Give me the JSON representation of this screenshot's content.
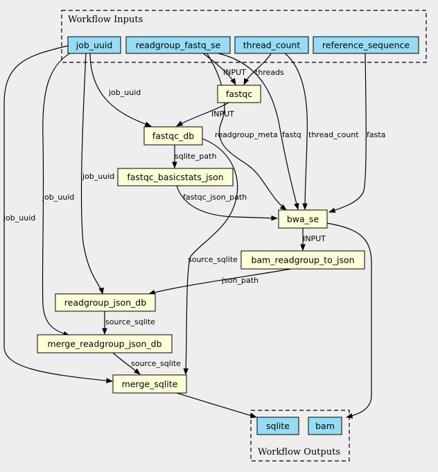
{
  "colors": {
    "background": "#eeeeee",
    "io_fill": "#94ddf4",
    "step_fill": "#ffffd8"
  },
  "clusters": {
    "inputs": "Workflow Inputs",
    "outputs": "Workflow Outputs"
  },
  "nodes": {
    "job_uuid": "job_uuid",
    "readgroup_fastq_se": "readgroup_fastq_se",
    "thread_count": "thread_count",
    "reference_sequence": "reference_sequence",
    "fastqc": "fastqc",
    "fastqc_db": "fastqc_db",
    "fastqc_basicstats_json": "fastqc_basicstats_json",
    "bwa_se": "bwa_se",
    "bam_readgroup_to_json": "bam_readgroup_to_json",
    "readgroup_json_db": "readgroup_json_db",
    "merge_readgroup_json_db": "merge_readgroup_json_db",
    "merge_sqlite": "merge_sqlite",
    "sqlite": "sqlite",
    "bam": "bam"
  },
  "edge_labels": {
    "input_fastqc": "INPUT",
    "threads": "threads",
    "job_uuid_fastqc_db": "job_uuid",
    "input_fastqc_db": "INPUT",
    "readgroup_meta": "readgroup_meta",
    "fastq": "fastq",
    "thread_count": "thread_count",
    "fasta": "fasta",
    "sqlite_path": "sqlite_path",
    "job_uuid_readgroup": "job_uuid",
    "job_uuid_merge_rg": "job_uuid",
    "fastqc_json_path": "fastqc_json_path",
    "job_uuid_merge_sqlite": "job_uuid",
    "input_bam_rg": "INPUT",
    "source_sqlite_1": "source_sqlite",
    "json_path": "json_path",
    "source_sqlite_2": "source_sqlite",
    "source_sqlite_3": "source_sqlite"
  }
}
